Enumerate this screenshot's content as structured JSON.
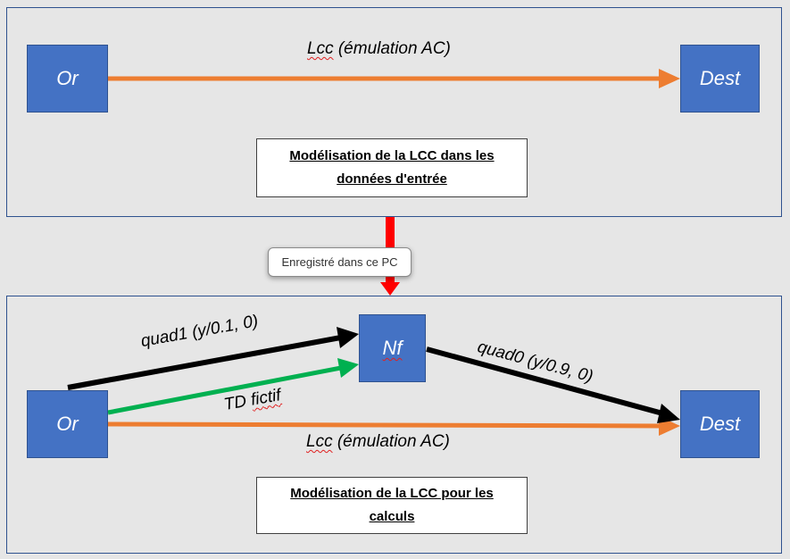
{
  "top_panel": {
    "node_or": "Or",
    "node_dest": "Dest",
    "edge_label_prefix": "Lcc",
    "edge_label_rest": " (émulation AC)",
    "caption": "Modélisation de la LCC dans les\ndonnées d'entrée"
  },
  "tooltip": {
    "text": "Enregistré dans ce PC"
  },
  "bottom_panel": {
    "node_or": "Or",
    "node_nf": "Nf",
    "node_dest": "Dest",
    "edge_quad1": "quad1 (y/0.1, 0)",
    "edge_quad0": "quad0 (y/0.9, 0)",
    "edge_td_prefix": "TD ",
    "edge_td_squiggle": "fictif",
    "edge_lcc_prefix": "Lcc",
    "edge_lcc_rest": " (émulation AC)",
    "caption": "Modélisation de la LCC pour les\ncalculs"
  },
  "colors": {
    "node_fill": "#4472c4",
    "orange_edge": "#ed7d31",
    "black_edge": "#000000",
    "green_edge": "#00b050",
    "red_arrow": "#ff0000",
    "panel_border": "#2f528f"
  }
}
